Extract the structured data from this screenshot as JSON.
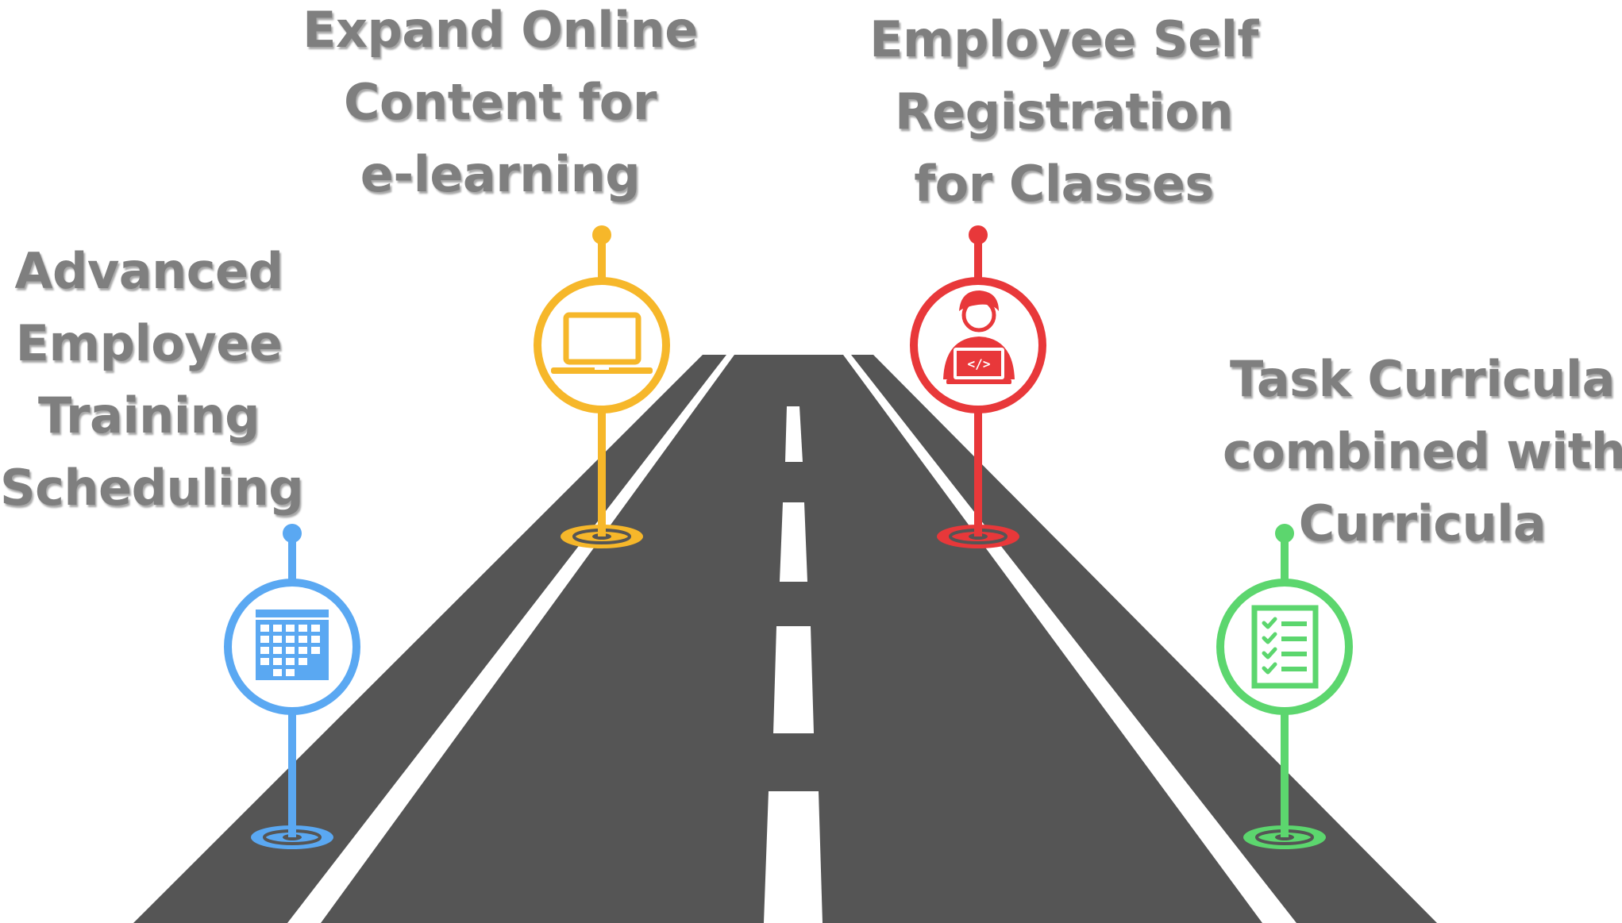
{
  "milestones": [
    {
      "id": "advanced",
      "lines": [
        "Advanced",
        "Employee",
        "Training",
        "Scheduling"
      ],
      "color": "#5aa8f2",
      "icon": "calendar-icon"
    },
    {
      "id": "expand",
      "lines": [
        "Expand Online",
        "Content for",
        "e-learning"
      ],
      "color": "#f6b72a",
      "icon": "laptop-icon"
    },
    {
      "id": "self",
      "lines": [
        "Employee Self",
        "Registration",
        "for Classes"
      ],
      "color": "#e8383a",
      "icon": "developer-at-laptop-icon"
    },
    {
      "id": "task",
      "lines": [
        "Task Curricula",
        "combined with",
        "Curricula"
      ],
      "color": "#5cd66e",
      "icon": "checklist-icon"
    }
  ],
  "road": {
    "asphalt_color": "#555555",
    "marking_color": "#ffffff"
  },
  "label_color": "#7f7f7f"
}
